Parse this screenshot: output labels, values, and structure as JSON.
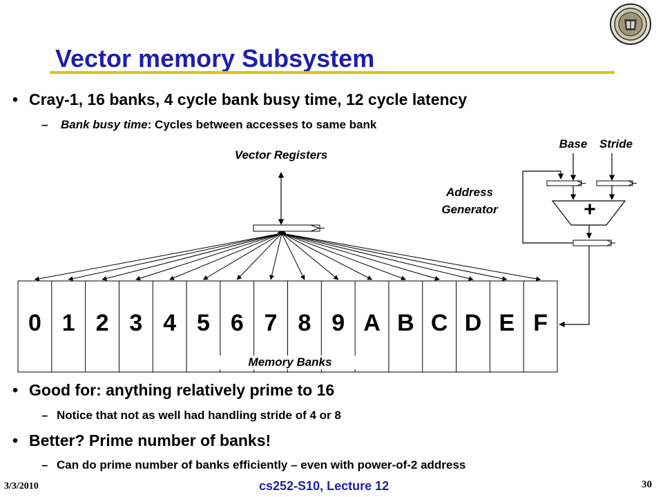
{
  "slide": {
    "title": "Vector memory Subsystem",
    "bullets": [
      {
        "text": "Cray-1, 16 banks, 4 cycle bank busy time, 12 cycle latency",
        "sub_prefix": "Bank busy time",
        "sub_rest": ": Cycles between accesses to same bank"
      },
      {
        "text": "Good for: anything relatively prime to 16",
        "sub": "Notice that not as well had handling stride of 4 or 8"
      },
      {
        "text": "Better?  Prime number of banks!",
        "sub": "Can do prime number of banks efficiently – even with power-of-2 address"
      }
    ]
  },
  "diagram": {
    "vector_registers_label": "Vector Registers",
    "address_generator_label_1": "Address",
    "address_generator_label_2": "Generator",
    "base_label": "Base",
    "stride_label": "Stride",
    "adder_symbol": "+",
    "memory_banks_label": "Memory Banks",
    "banks": [
      "0",
      "1",
      "2",
      "3",
      "4",
      "5",
      "6",
      "7",
      "8",
      "9",
      "A",
      "B",
      "C",
      "D",
      "E",
      "F"
    ]
  },
  "footer": {
    "date": "3/3/2010",
    "course": "cs252-S10, Lecture 12",
    "page": "30"
  }
}
